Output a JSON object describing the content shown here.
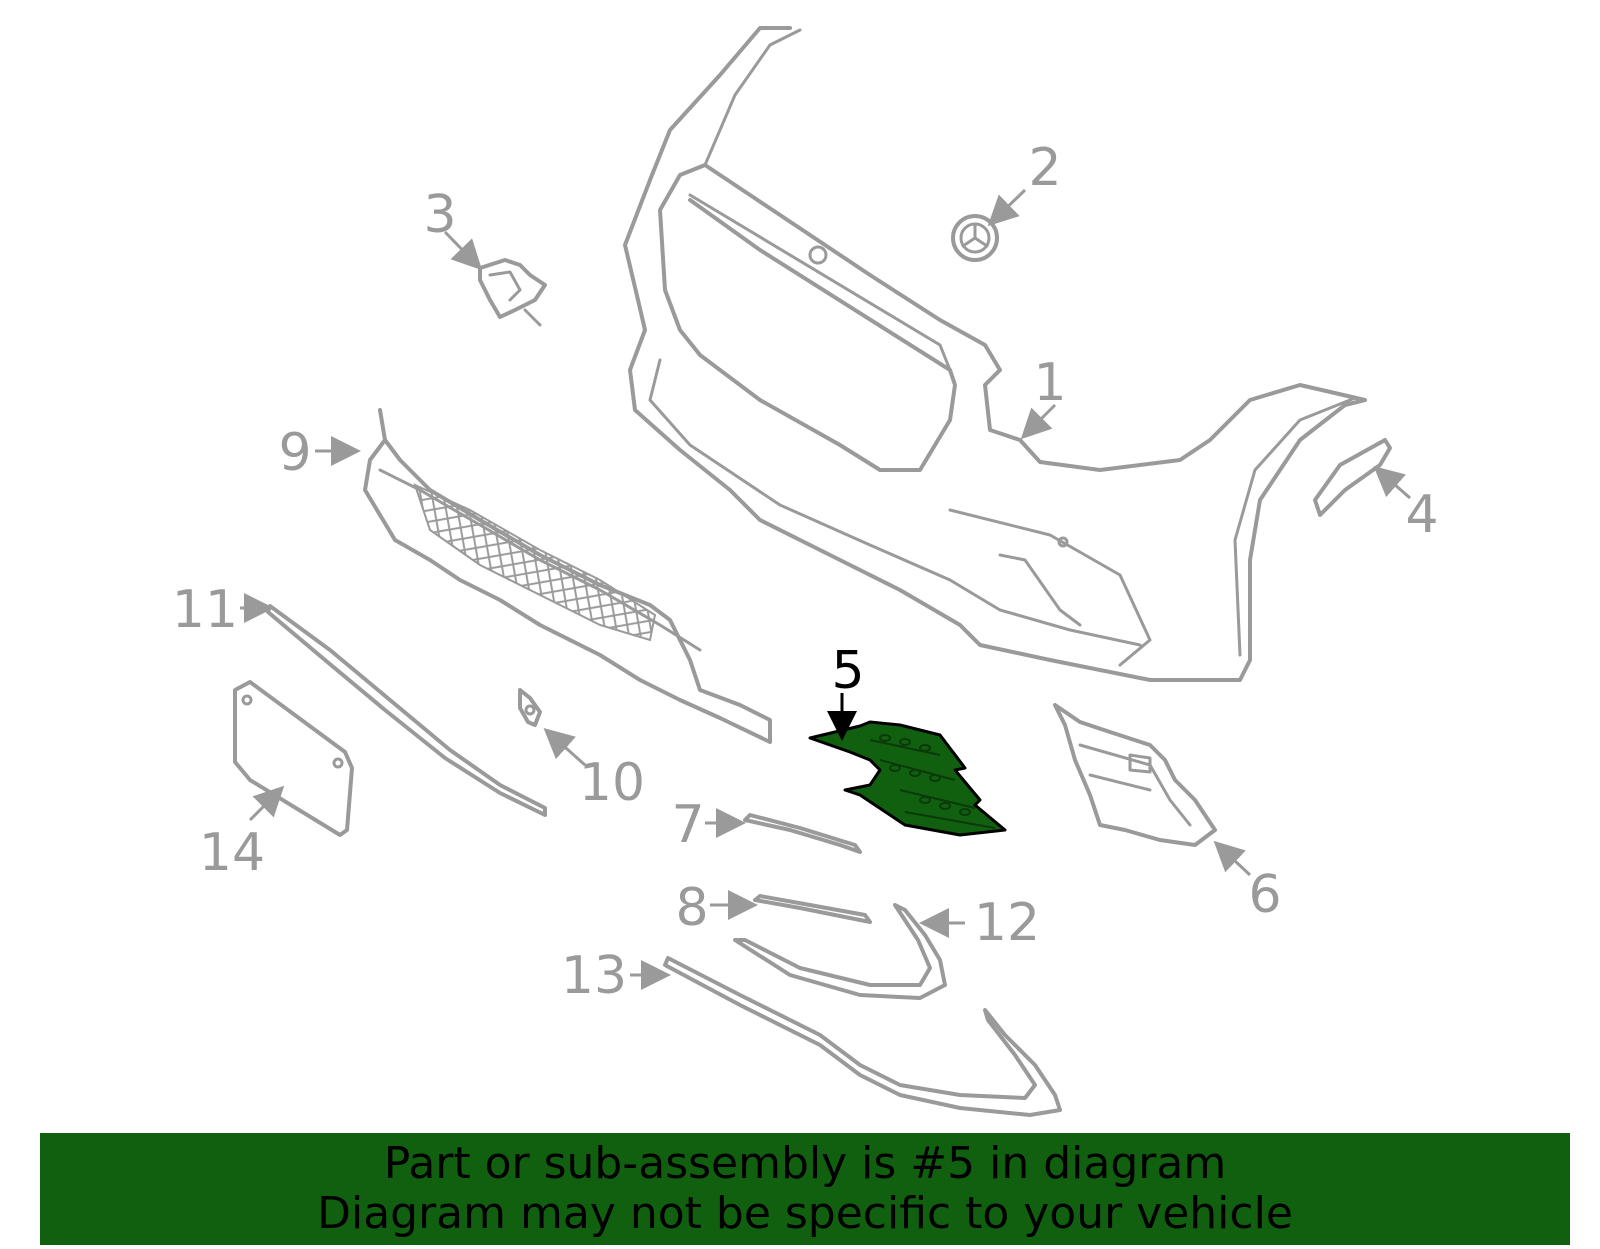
{
  "callouts": {
    "c1": "1",
    "c2": "2",
    "c3": "3",
    "c4": "4",
    "c5": "5",
    "c6": "6",
    "c7": "7",
    "c8": "8",
    "c9": "9",
    "c10": "10",
    "c11": "11",
    "c12": "12",
    "c13": "13",
    "c14": "14"
  },
  "highlight_part": "5",
  "colors": {
    "part_stroke": "#9a9a9a",
    "highlight_fill": "#116010",
    "banner_bg": "#116010",
    "banner_text": "#000000"
  },
  "banner": {
    "line1": "Part or sub-assembly is #5 in diagram",
    "line2": "Diagram may not be specific to your vehicle"
  }
}
